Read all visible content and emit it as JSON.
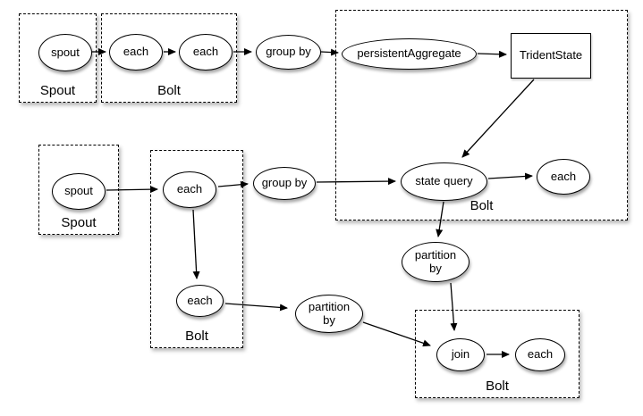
{
  "diagram": {
    "colors": {
      "stroke": "#000000",
      "node_fill": "#ffffff",
      "background": "#ffffff"
    },
    "containers": [
      {
        "label": "Spout"
      },
      {
        "label": "Bolt"
      },
      {
        "label": "Bolt"
      },
      {
        "label": "Spout"
      },
      {
        "label": "Bolt"
      },
      {
        "label": "Bolt"
      }
    ],
    "nodes": [
      {
        "label": "spout"
      },
      {
        "label": "each"
      },
      {
        "label": "each"
      },
      {
        "label": "group by"
      },
      {
        "label": "persistentAggregate"
      },
      {
        "label": "TridentState"
      },
      {
        "label": "state query"
      },
      {
        "label": "each"
      },
      {
        "label": "partition by"
      },
      {
        "label": "spout"
      },
      {
        "label": "each"
      },
      {
        "label": "group by"
      },
      {
        "label": "each"
      },
      {
        "label": "partition by"
      },
      {
        "label": "join"
      },
      {
        "label": "each"
      }
    ]
  }
}
